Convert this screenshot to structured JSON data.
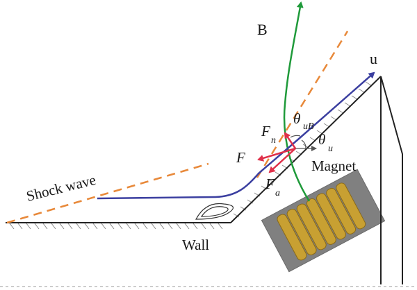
{
  "diagram": {
    "labels": {
      "field": "B",
      "velocity": "u",
      "shock_wave": "Shock wave",
      "wall": "Wall",
      "magnet": "Magnet",
      "force": "F",
      "force_normal": "F",
      "force_normal_sub": "n",
      "force_axial": "F",
      "force_axial_sub": "a",
      "angle_ub": "θ",
      "angle_ub_sub": "uB",
      "angle_u": "θ",
      "angle_u_sub": "u"
    },
    "colors": {
      "wall": "#222222",
      "flow_line": "#3b3fa0",
      "field_line": "#1f9a3a",
      "shock_line": "#e8893a",
      "force": "#e0304a",
      "magnet_body": "#808080",
      "coil": "#c8a032"
    }
  }
}
